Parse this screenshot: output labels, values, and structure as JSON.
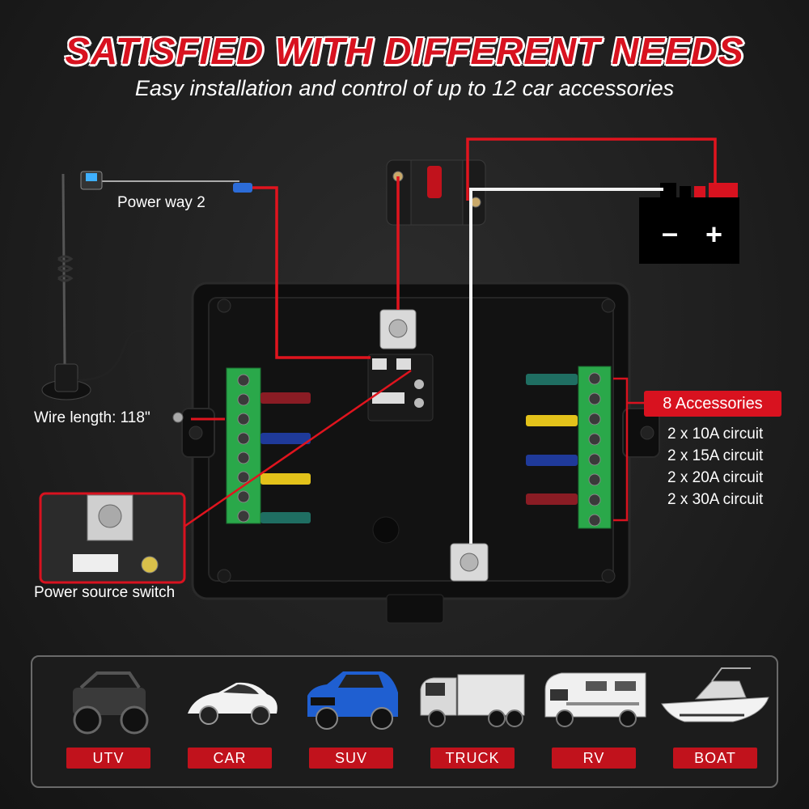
{
  "header": {
    "title": "SATISFIED WITH DIFFERENT NEEDS",
    "subtitle": "Easy installation and control of up to 12 car accessories"
  },
  "callouts": {
    "power_way": "Power way 2",
    "wire_length": "Wire length: 118\"",
    "power_switch": "Power source switch",
    "accessories_badge": "8 Accessories"
  },
  "circuits": [
    "2 x 10A circuit",
    "2 x 15A circuit",
    "2 x 20A circuit",
    "2 x 30A circuit"
  ],
  "battery": {
    "negative": "–",
    "positive": "+"
  },
  "vehicles": [
    {
      "label": "UTV"
    },
    {
      "label": "CAR"
    },
    {
      "label": "SUV"
    },
    {
      "label": "TRUCK"
    },
    {
      "label": "RV"
    },
    {
      "label": "BOAT"
    }
  ],
  "colors": {
    "accent": "#d8121f",
    "wire_red": "#e0141e",
    "wire_white": "#f2f2f2",
    "terminal_green": "#2aa84a",
    "fuse_red": "#8a1c24",
    "fuse_blue": "#1f3a9a",
    "fuse_yellow": "#e3c21a",
    "fuse_teal": "#1f6e62"
  }
}
